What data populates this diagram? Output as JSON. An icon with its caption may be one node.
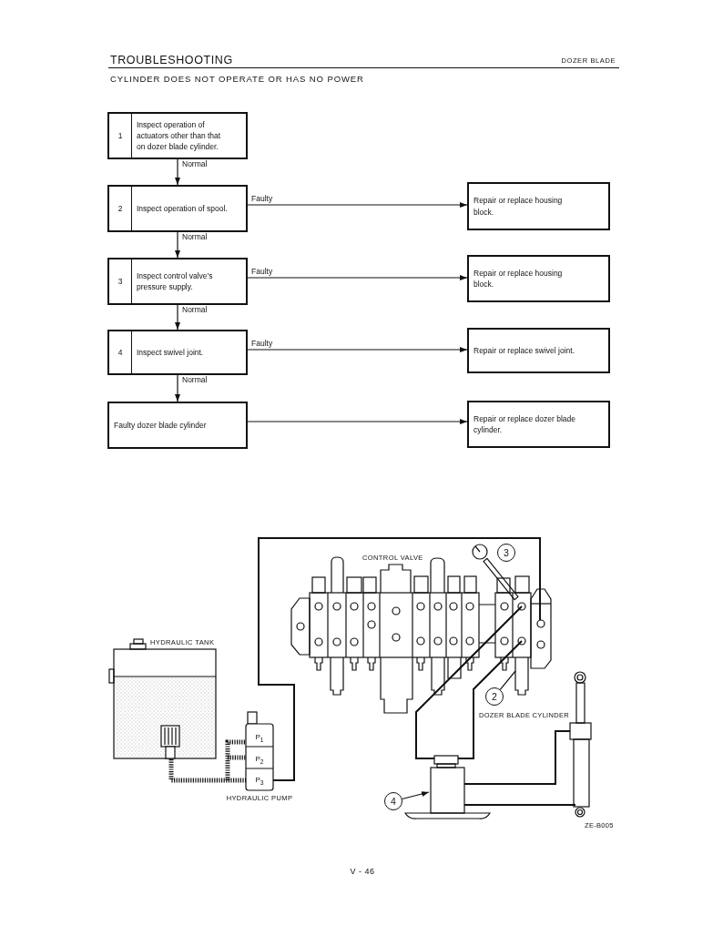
{
  "diagram": {
    "title": "TROUBLESHOOTING",
    "nodes": [
      {
        "text": [
          "1",
          "Inspect operation of actuators other than that on dozer blade cylinder."
        ]
      },
      {
        "text": [
          "2",
          "Inspect operation of spool."
        ]
      },
      {
        "text": [
          "Repair or replace housing block."
        ]
      },
      {
        "text": [
          "3",
          "Inspect control valve’s pressure supply."
        ]
      },
      {
        "text": [
          "Repair or replace housing block."
        ]
      },
      {
        "text": [
          "4",
          "Inspect swivel joint."
        ]
      },
      {
        "text": [
          "Repair or replace swivel joint."
        ]
      },
      {
        "text": [
          "Faulty dozer blade cylinder"
        ]
      },
      {
        "text": [
          "Repair or replace dozer blade cylinder."
        ]
      },
      {
        "text": [
          "3"
        ]
      },
      {
        "text": [
          "2"
        ]
      },
      {
        "text": [
          "4"
        ]
      }
    ],
    "edges": [
      {
        "from": 0,
        "to": 1,
        "arrow": "to",
        "label": "Normal"
      },
      {
        "from": 1,
        "to": 2,
        "arrow": "to",
        "label": "Faulty"
      },
      {
        "from": 1,
        "to": 3,
        "arrow": "to",
        "label": "Normal"
      },
      {
        "from": 3,
        "to": 4,
        "arrow": "to",
        "label": "Faulty"
      },
      {
        "from": 3,
        "to": 5,
        "arrow": "to",
        "label": "Normal"
      },
      {
        "from": 5,
        "to": 6,
        "arrow": "to",
        "label": "Faulty"
      },
      {
        "from": 5,
        "to": 7,
        "arrow": "to",
        "label": "Normal"
      },
      {
        "from": 7,
        "to": 8,
        "arrow": "to"
      },
      {
        "from": 10,
        "to": null,
        "arrow": "none"
      },
      {
        "from": 11,
        "to": null,
        "arrow": "to"
      }
    ],
    "labels": [
      "DOZER BLADE",
      "CYLINDER DOES NOT OPERATE OR HAS NO POWER",
      "CONTROL VALVE",
      "HYDRAULIC TANK",
      "DOZER BLADE CYLINDER",
      "P$_{1}$",
      "P$_{2}$",
      "P$_{3}$",
      "HYDRAULIC PUMP",
      "ZE-B005",
      "V - 46"
    ]
  }
}
